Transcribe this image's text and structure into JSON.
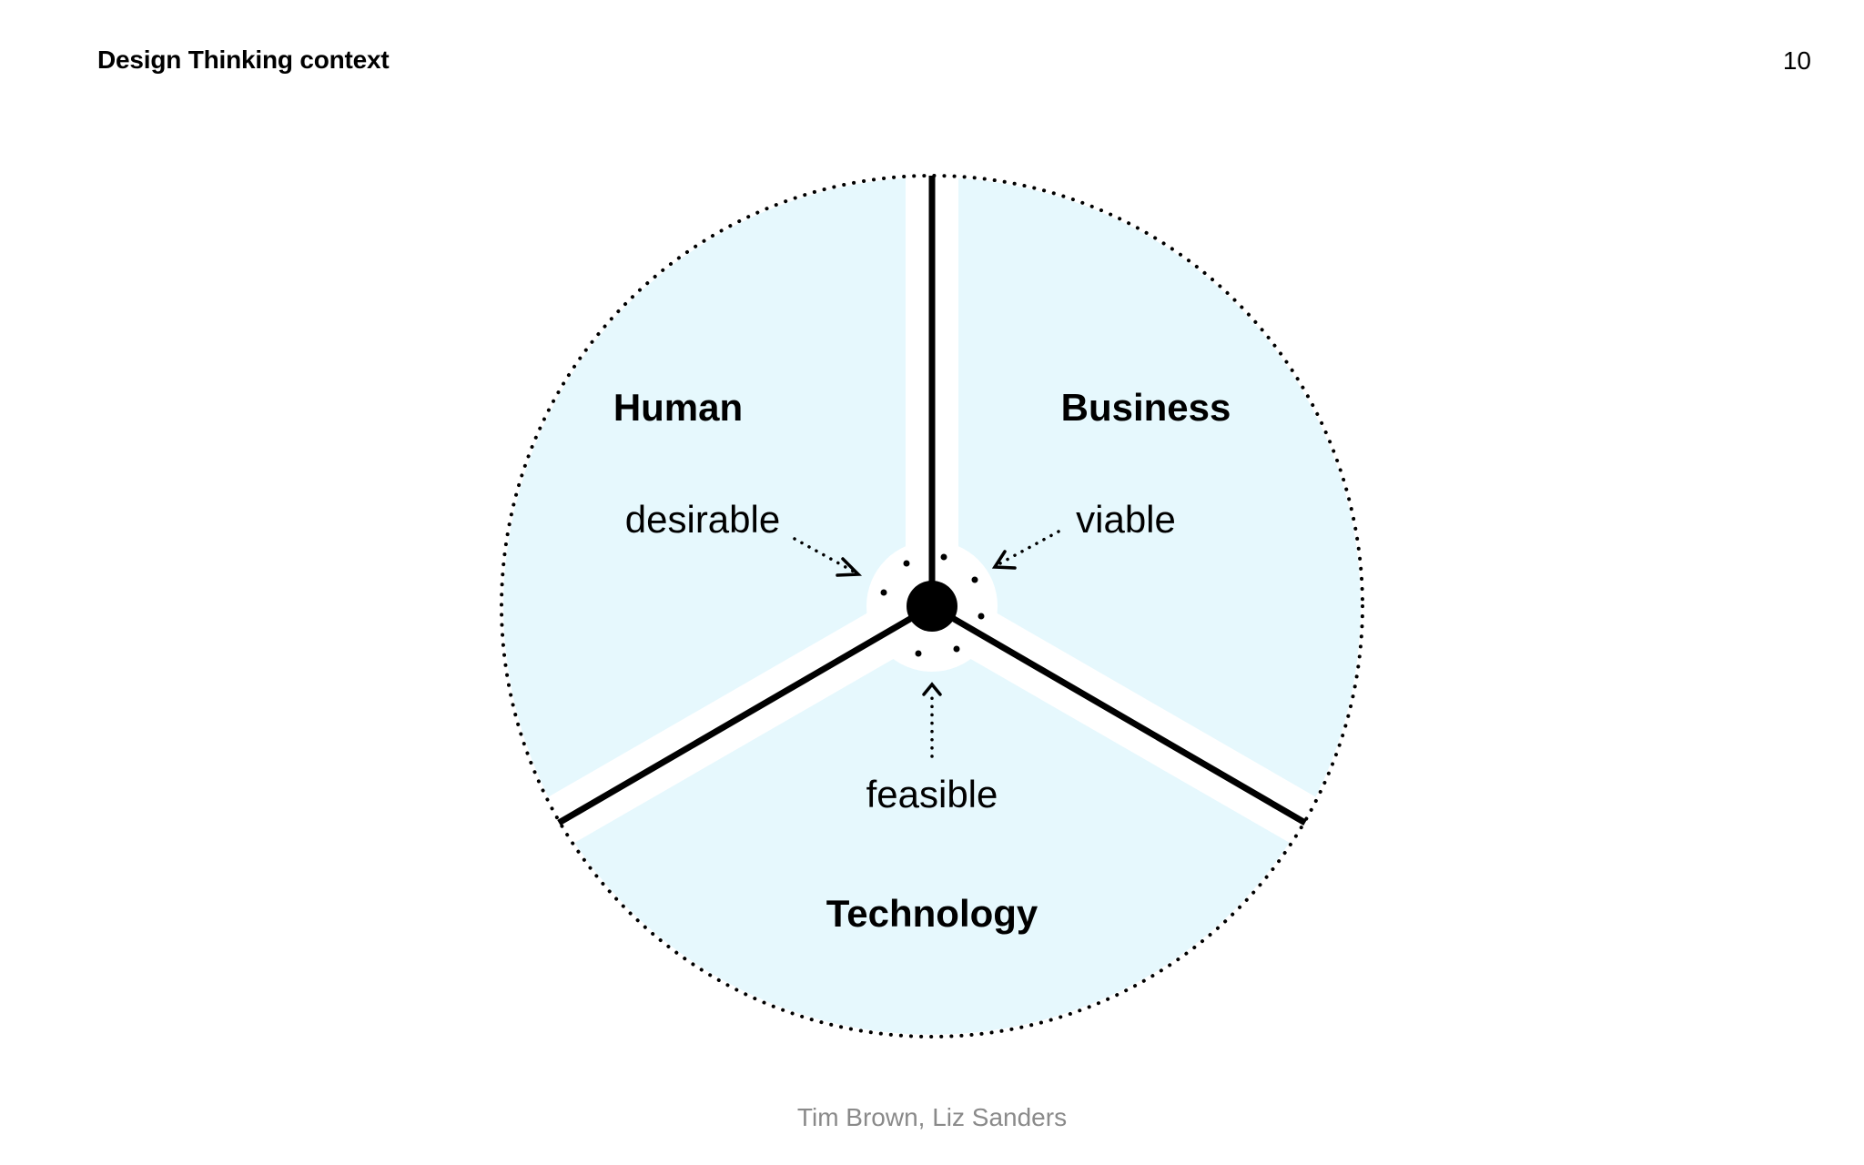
{
  "header": {
    "title": "Design Thinking context",
    "page_number": "10"
  },
  "diagram": {
    "sectors": [
      {
        "label": "Human",
        "quality": "desirable"
      },
      {
        "label": "Business",
        "quality": "viable"
      },
      {
        "label": "Technology",
        "quality": "feasible"
      }
    ],
    "fill_color": "#e6f8fd",
    "line_color": "#000000"
  },
  "footer": {
    "credit": "Tim Brown, Liz Sanders"
  }
}
